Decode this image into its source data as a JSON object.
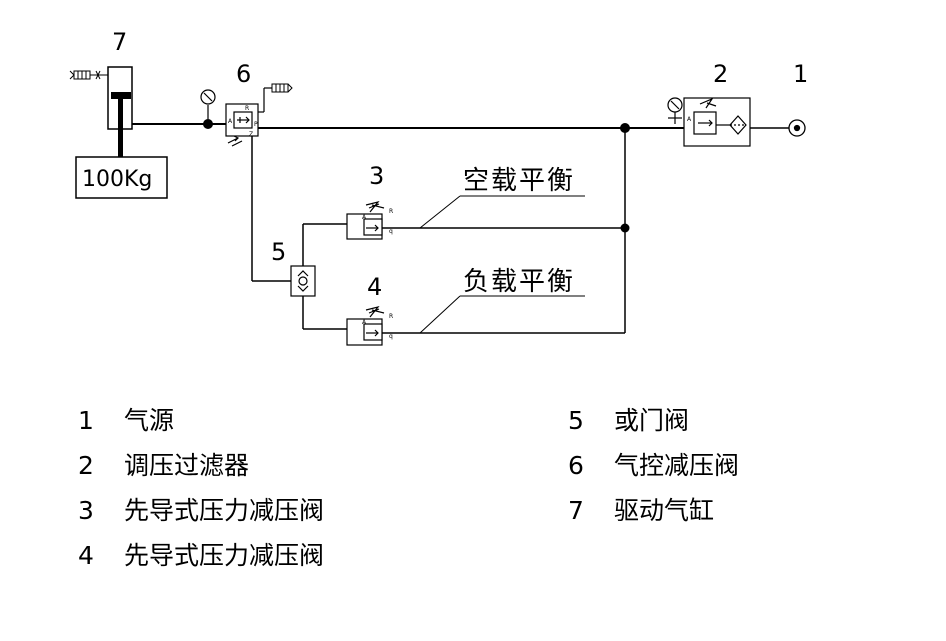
{
  "diagram": {
    "component_numbers": {
      "n1": "1",
      "n2": "2",
      "n3": "3",
      "n4": "4",
      "n5": "5",
      "n6": "6",
      "n7": "7"
    },
    "load_label": "100Kg",
    "annotations": {
      "empty_load": "空载平衡",
      "full_load": "负载平衡"
    },
    "port_labels": {
      "a": "A",
      "r": "R",
      "p": "P",
      "z": "Z",
      "q": "q"
    }
  },
  "legend": [
    {
      "num": "1",
      "label": "气源"
    },
    {
      "num": "2",
      "label": "调压过滤器"
    },
    {
      "num": "3",
      "label": "先导式压力减压阀"
    },
    {
      "num": "4",
      "label": "先导式压力减压阀"
    },
    {
      "num": "5",
      "label": "或门阀"
    },
    {
      "num": "6",
      "label": "气控减压阀"
    },
    {
      "num": "7",
      "label": "驱动气缸"
    }
  ]
}
